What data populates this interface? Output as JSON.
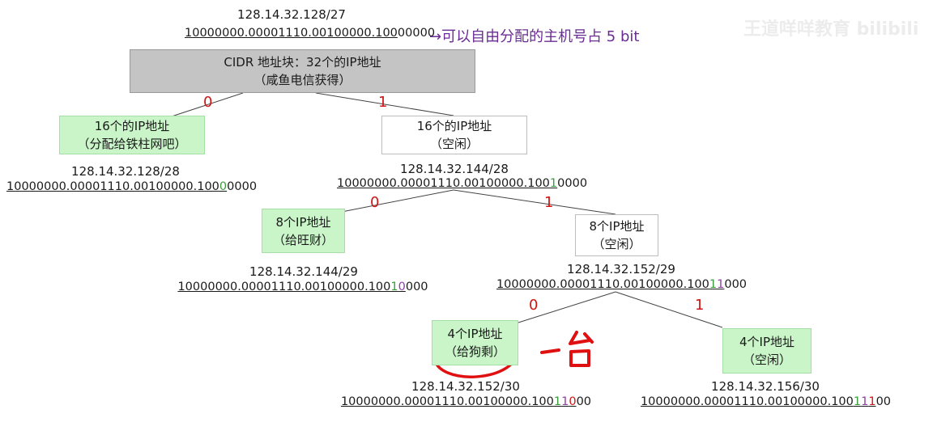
{
  "colors": {
    "root_fill": "#c4c4c4",
    "assigned_fill": "#c9f5c9",
    "free_fill": "#ffffff",
    "edge_label": "#d01515",
    "annotation": "#6a2c93",
    "highlight_green": "#3a9e3a",
    "highlight_purple": "#8e3fa8",
    "circle_annotation": "#e01010"
  },
  "top": {
    "address": "128.14.32.128/27",
    "binary_prefix": "10000000.00001110.00100000.100",
    "binary_suffix": "00000",
    "note": "→可以自由分配的主机号占 5 bit"
  },
  "watermark": "王道咩咩教育 bilibili",
  "root": {
    "line1": "CIDR 地址块：32个的IP地址",
    "line2": "（咸鱼电信获得）"
  },
  "edges": {
    "zero": "0",
    "one": "1"
  },
  "n16a": {
    "line1": "16个的IP地址",
    "line2": "（分配给铁柱网吧）",
    "address": "128.14.32.128/28",
    "bin_a": "10000000.00001110.00100000.100",
    "bin_b": "0",
    "bin_c": "0000"
  },
  "n16b": {
    "line1": "16个的IP地址",
    "line2": "（空闲）",
    "address": "128.14.32.144/28",
    "bin_a": "10000000.00001110.00100000.100",
    "bin_b": "1",
    "bin_c": "0000"
  },
  "n8a": {
    "line1": "8个IP地址",
    "line2": "（给旺财）",
    "address": "128.14.32.144/29",
    "bin_a": "10000000.00001110.00100000.100",
    "bin_b": "1",
    "bin_c": "0",
    "bin_d": "000"
  },
  "n8b": {
    "line1": "8个IP地址",
    "line2": "（空闲）",
    "address": "128.14.32.152/29",
    "bin_a": "10000000.00001110.00100000.100",
    "bin_b": "1",
    "bin_c": "1",
    "bin_d": "000"
  },
  "n4a": {
    "line1": "4个IP地址",
    "line2": "（给狗剩）",
    "address": "128.14.32.152/30",
    "bin_a": "10000000.00001110.00100000.100",
    "bin_b": "1",
    "bin_c": "1",
    "bin_d": "0",
    "bin_e": "00",
    "handwritten_note": "一台"
  },
  "n4b": {
    "line1": "4个IP地址",
    "line2": "（空闲）",
    "address": "128.14.32.156/30",
    "bin_a": "10000000.00001110.00100000.100",
    "bin_b": "1",
    "bin_c": "1",
    "bin_d": "1",
    "bin_e": "00"
  }
}
